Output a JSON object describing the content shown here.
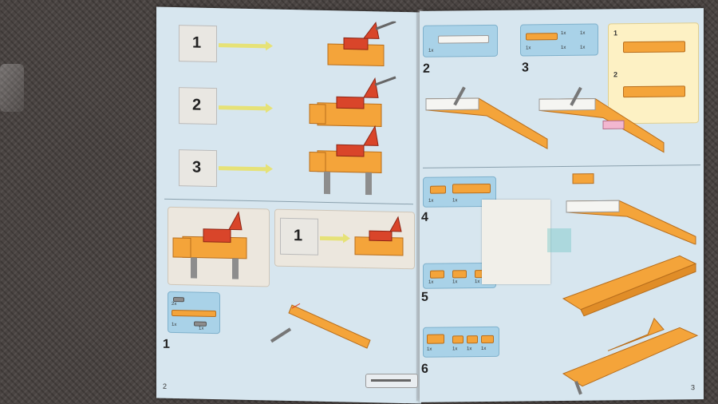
{
  "left_page": {
    "page_number": "2",
    "sequence_steps": [
      "1",
      "2",
      "3"
    ],
    "sub_step": "1",
    "step1": {
      "number": "1",
      "quantities": [
        "2x",
        "1x",
        "1x"
      ]
    }
  },
  "right_page": {
    "page_number": "3",
    "steps": [
      {
        "number": "2",
        "quantities": [
          "1x"
        ]
      },
      {
        "number": "3",
        "quantities": [
          "1x",
          "1x",
          "1x",
          "1x",
          "1x"
        ]
      },
      {
        "number": "4",
        "quantities": [
          "1x",
          "1x"
        ]
      },
      {
        "number": "5",
        "quantities": [
          "1x",
          "1x",
          "1x"
        ]
      },
      {
        "number": "6",
        "quantities": [
          "1x",
          "1x",
          "1x",
          "1x"
        ]
      }
    ],
    "callout_steps": [
      "1",
      "2"
    ]
  },
  "colors": {
    "page": "#d7e6ef",
    "panel": "#a9d2e8",
    "brick_orange": "#f4a43a",
    "brick_red": "#d9452a",
    "arrow": "#e6e277"
  }
}
